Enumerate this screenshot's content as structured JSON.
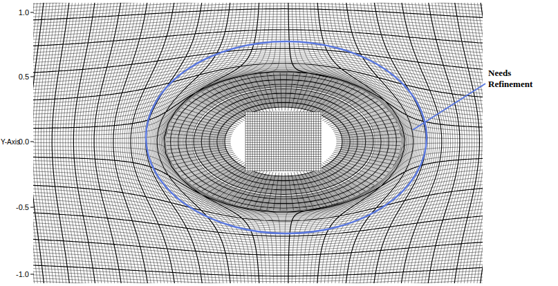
{
  "diagram": {
    "labels": [
      "1.0",
      "0.5",
      "Y-Axis",
      "0.0",
      "-0.5",
      "-1.0",
      "Needs Refinement"
    ]
  }
}
